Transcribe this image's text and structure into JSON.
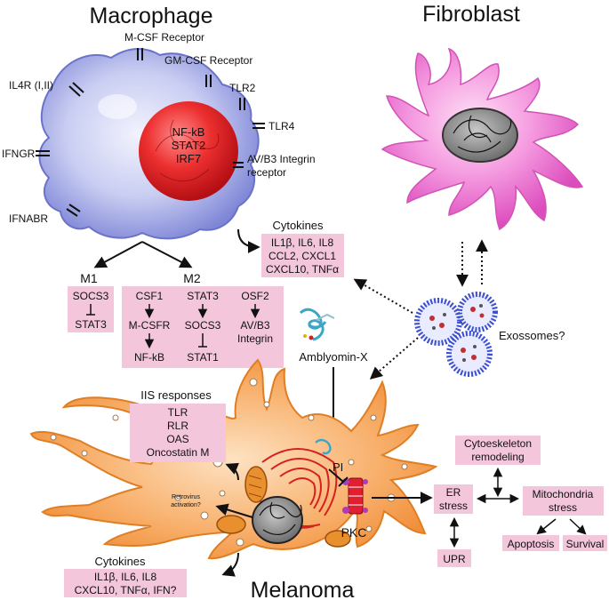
{
  "titles": {
    "macrophage": "Macrophage",
    "fibroblast": "Fibroblast",
    "melanoma": "Melanoma"
  },
  "receptors": {
    "mcsf": "M-CSF Receptor",
    "gmcsf": "GM-CSF Receptor",
    "il4r": "IL4R (I,II)",
    "tlr2": "TLR2",
    "tlr4": "TLR4",
    "ifngr": "IFNGR",
    "avb3_line1": "AV/B3 Integrin",
    "avb3_line2": "receptor",
    "ifnabr": "IFNABR"
  },
  "nucleus": {
    "line1": "NF-kB",
    "line2": "STAT2",
    "line3": "IRF7"
  },
  "cytokines_macrophage": {
    "heading": "Cytokines",
    "line1": "IL1β, IL6, IL8",
    "line2": "CCL2, CXCL1",
    "line3": "CXCL10, TNFα"
  },
  "m1": {
    "label": "M1",
    "top": "SOCS3",
    "bottom": "STAT3"
  },
  "m2": {
    "label": "M2",
    "col1": [
      "CSF1",
      "M-CSFR",
      "NF-kB"
    ],
    "col2": [
      "STAT3",
      "SOCS3",
      "STAT1"
    ],
    "col3": [
      "OSF2",
      "AV/B3",
      "Integrin"
    ]
  },
  "amblyomin": "Amblyomin-X",
  "exosomes": "Exossomes?",
  "iis": {
    "heading": "IIS responses",
    "items": [
      "TLR",
      "RLR",
      "OAS",
      "Oncostatin M"
    ]
  },
  "retrovirus": {
    "line1": "Retrovirus",
    "line2": "activation?"
  },
  "pi": "PI",
  "pkc": "PKC",
  "er_stress": {
    "line1": "ER",
    "line2": "stress"
  },
  "upr": "UPR",
  "cytoskeleton": {
    "line1": "Cytoeskeleton",
    "line2": "remodeling"
  },
  "mitochondria": {
    "line1": "Mitochondria",
    "line2": "stress"
  },
  "apoptosis": "Apoptosis",
  "survival": "Survival",
  "cytokines_melanoma": {
    "heading": "Cytokines",
    "line1": "IL1β, IL6, IL8",
    "line2": "CXCL10, TNFα, IFN?"
  },
  "colors": {
    "label_box": "#f3c6dc",
    "macrophage_body": "#c3c8f0",
    "nucleus": "#e8282c",
    "fibroblast_body": "#f07ad4",
    "melanoma_body": "#f7a659",
    "exosome": "#3a4fd0"
  }
}
